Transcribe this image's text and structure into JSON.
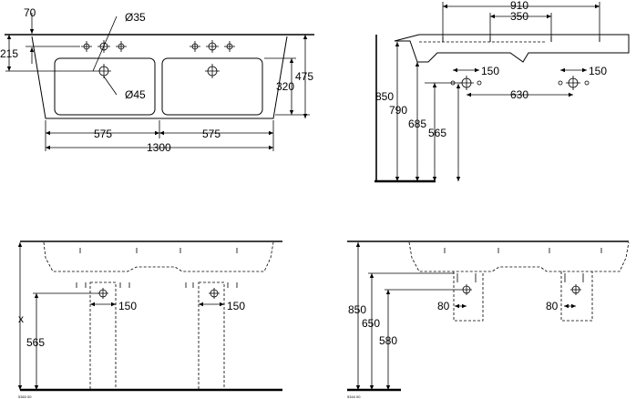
{
  "top_view": {
    "dim_70": "70",
    "dim_215": "215",
    "dim_diameter_35": "Ø35",
    "dim_diameter_45": "Ø45",
    "dim_475": "475",
    "dim_320": "320",
    "dim_575_left": "575",
    "dim_575_right": "575",
    "dim_1300": "1300"
  },
  "side_view": {
    "dim_910": "910",
    "dim_350": "350",
    "dim_150_left": "150",
    "dim_150_right": "150",
    "dim_630": "630",
    "dim_850": "850",
    "dim_790": "790",
    "dim_685": "685",
    "dim_565": "565"
  },
  "pedestal_view": {
    "dim_x": "x",
    "dim_565": "565",
    "dim_150_left": "150",
    "dim_150_right": "150",
    "ref_code": "5363 00"
  },
  "semi_pedestal_view": {
    "dim_850": "850",
    "dim_650": "650",
    "dim_580": "580",
    "dim_80_left": "80",
    "dim_80_right": "80",
    "ref_code": "5344 00"
  }
}
